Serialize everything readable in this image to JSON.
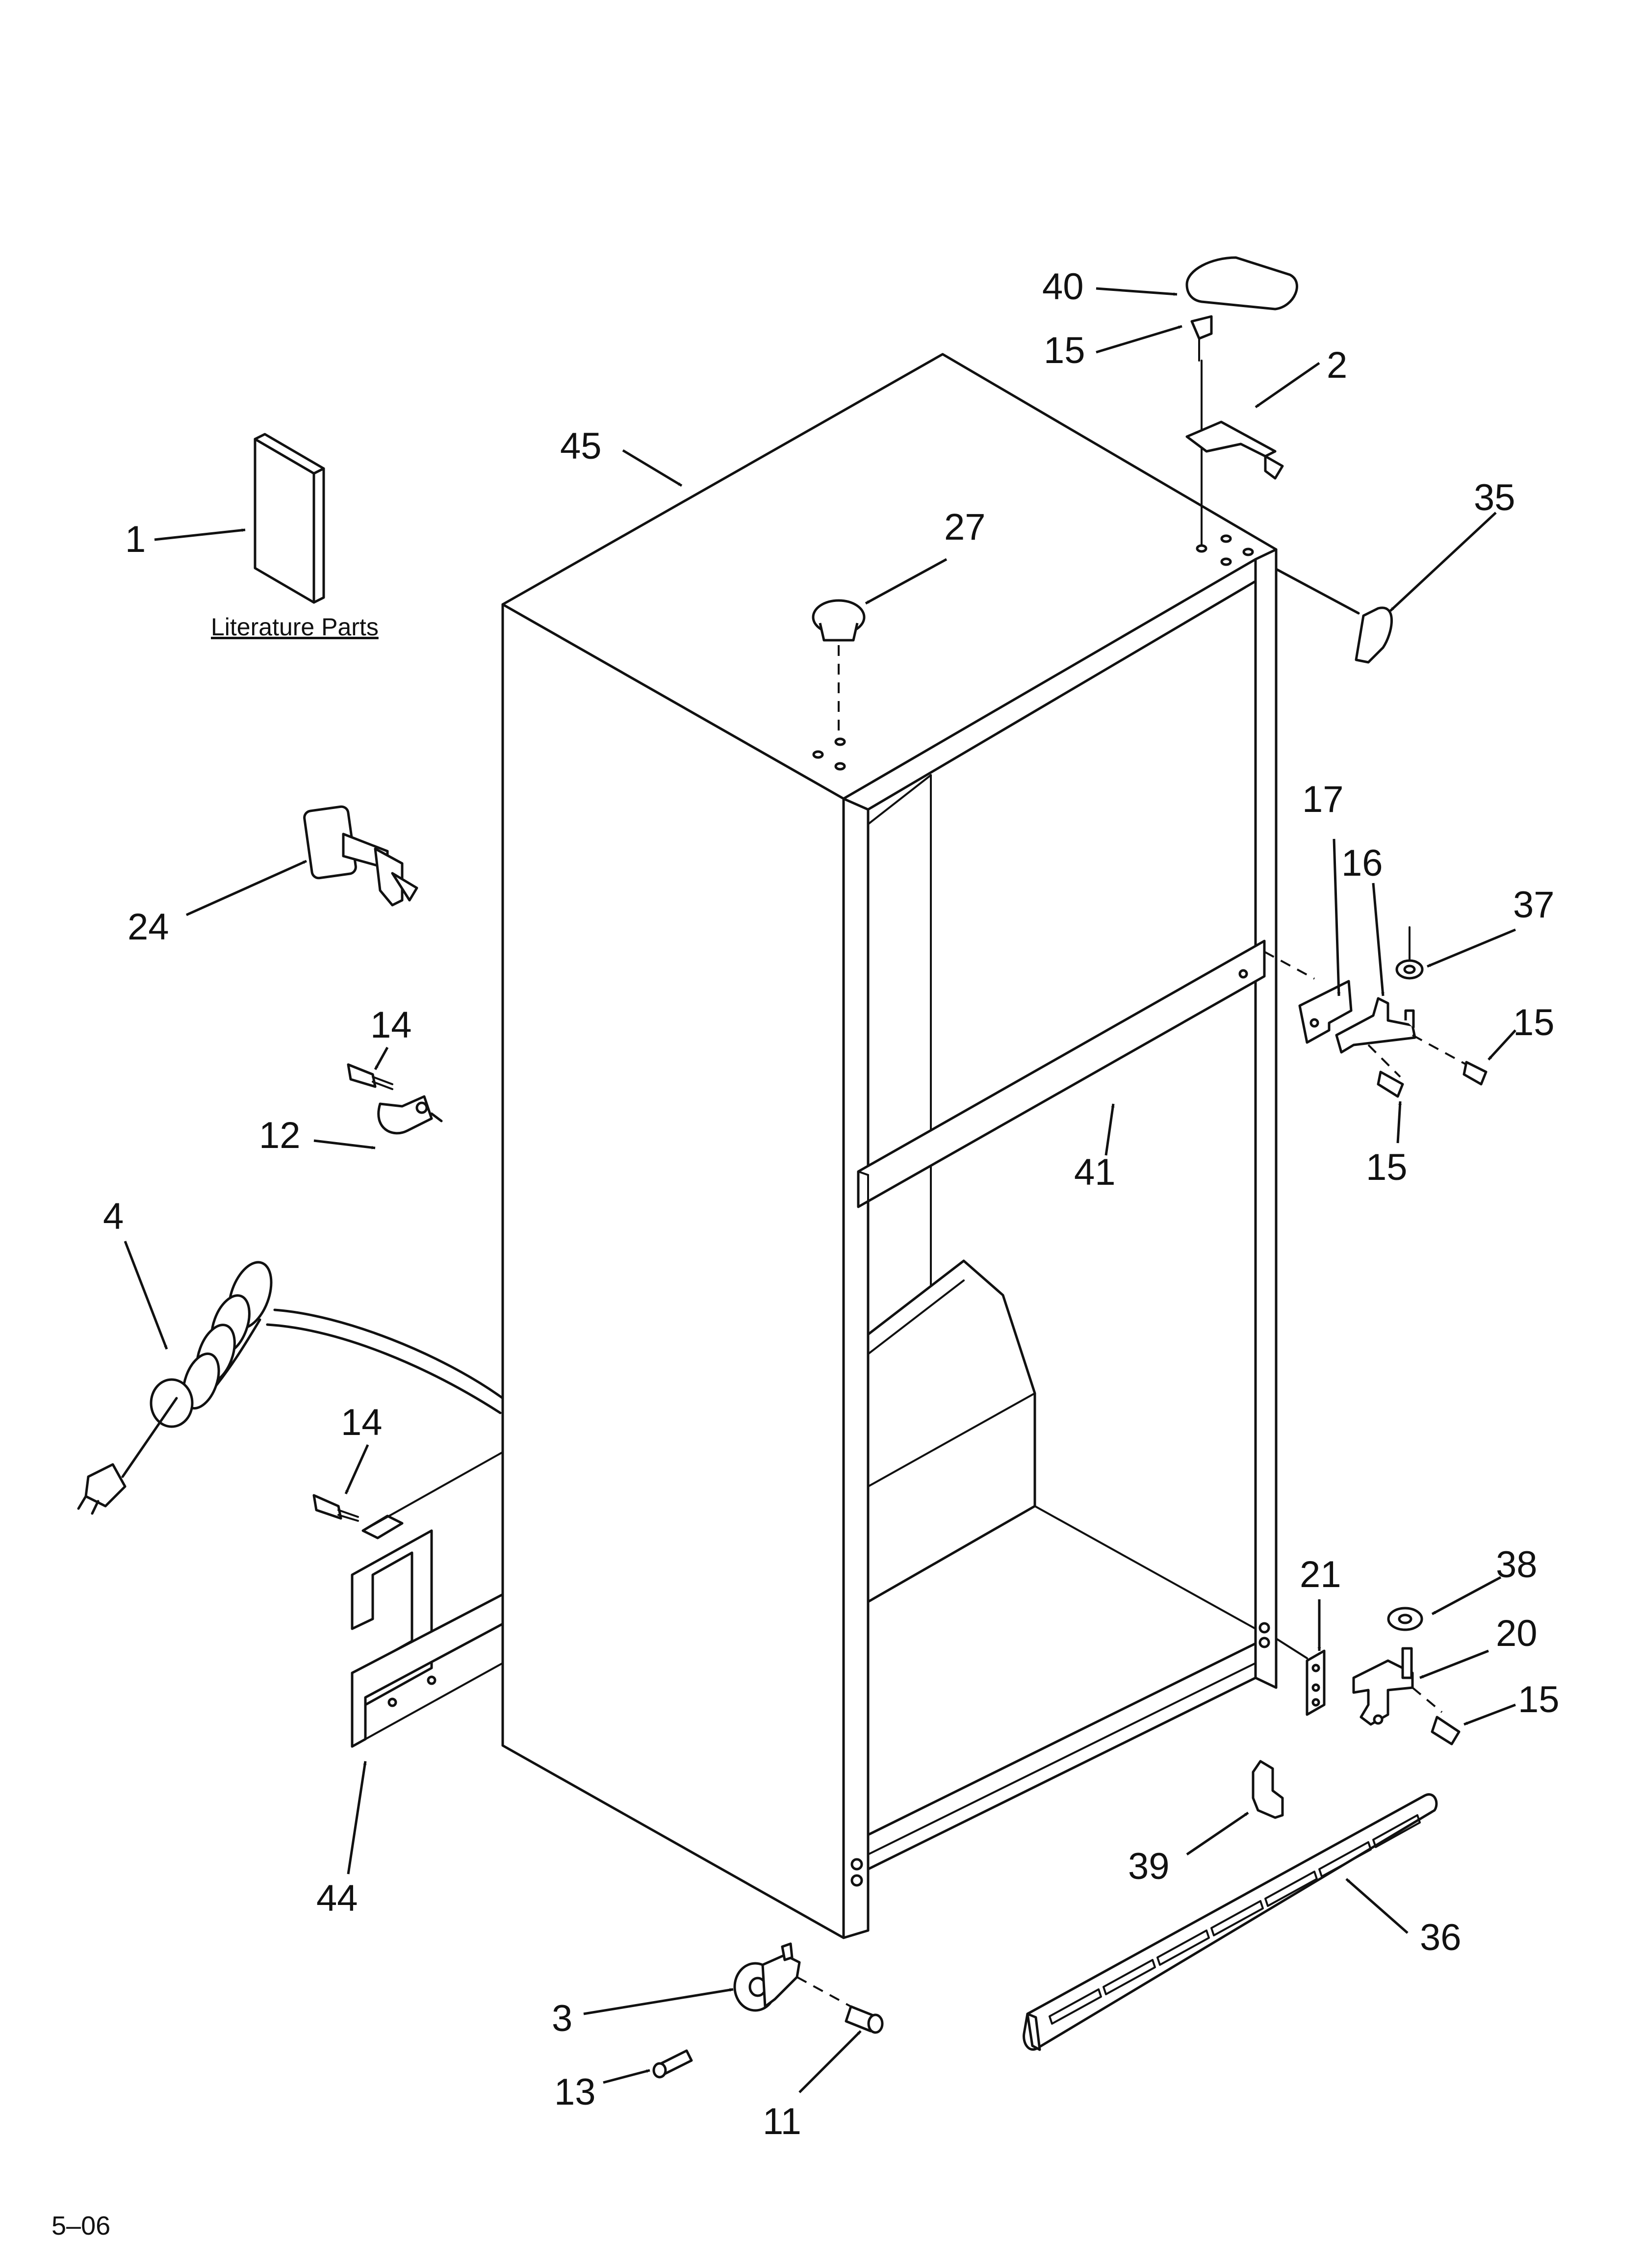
{
  "diagram": {
    "callouts": {
      "c1": "1",
      "c2": "2",
      "c3": "3",
      "c4": "4",
      "c11": "11",
      "c12": "12",
      "c13": "13",
      "c14a": "14",
      "c14b": "14",
      "c15a": "15",
      "c15b": "15",
      "c15c": "15",
      "c15d": "15",
      "c16": "16",
      "c17": "17",
      "c20": "20",
      "c21": "21",
      "c24": "24",
      "c27": "27",
      "c35": "35",
      "c36": "36",
      "c37": "37",
      "c38": "38",
      "c39": "39",
      "c40": "40",
      "c41": "41",
      "c44": "44",
      "c45": "45"
    },
    "literature_label": "Literature Parts",
    "date_code": "5–06"
  }
}
